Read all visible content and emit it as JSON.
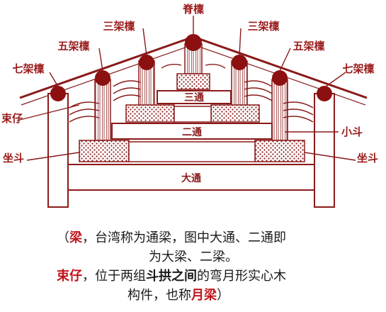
{
  "labels": {
    "ridge": "脊檁",
    "third_purlin_left": "三架檁",
    "third_purlin_right": "三架檁",
    "fifth_purlin_left": "五架檁",
    "fifth_purlin_right": "五架檁",
    "seventh_purlin_left": "七架檁",
    "seventh_purlin_right": "七架檁",
    "tie_beam": "束仔",
    "small_bracket": "小斗",
    "seat_bracket_left": "坐斗",
    "seat_bracket_right": "坐斗",
    "beam_three": "三通",
    "beam_two": "二通",
    "beam_big": "大通"
  },
  "caption": {
    "open": "（",
    "liang": "梁",
    "line1_rest": "，台湾称为通梁，图中大通、二通即",
    "line2": "为大梁、二梁。",
    "shuzai": "束仔",
    "line3_a": "，位于两组",
    "line3_b": "斗拱之间",
    "line3_c": "的弯月形实心木",
    "line4_a": "构件，也称",
    "yueliang": "月梁",
    "close": "）"
  },
  "colors": {
    "outline": "#8a1a1a",
    "fill_dark": "#8c1010",
    "caption_red": "#c0141c"
  }
}
